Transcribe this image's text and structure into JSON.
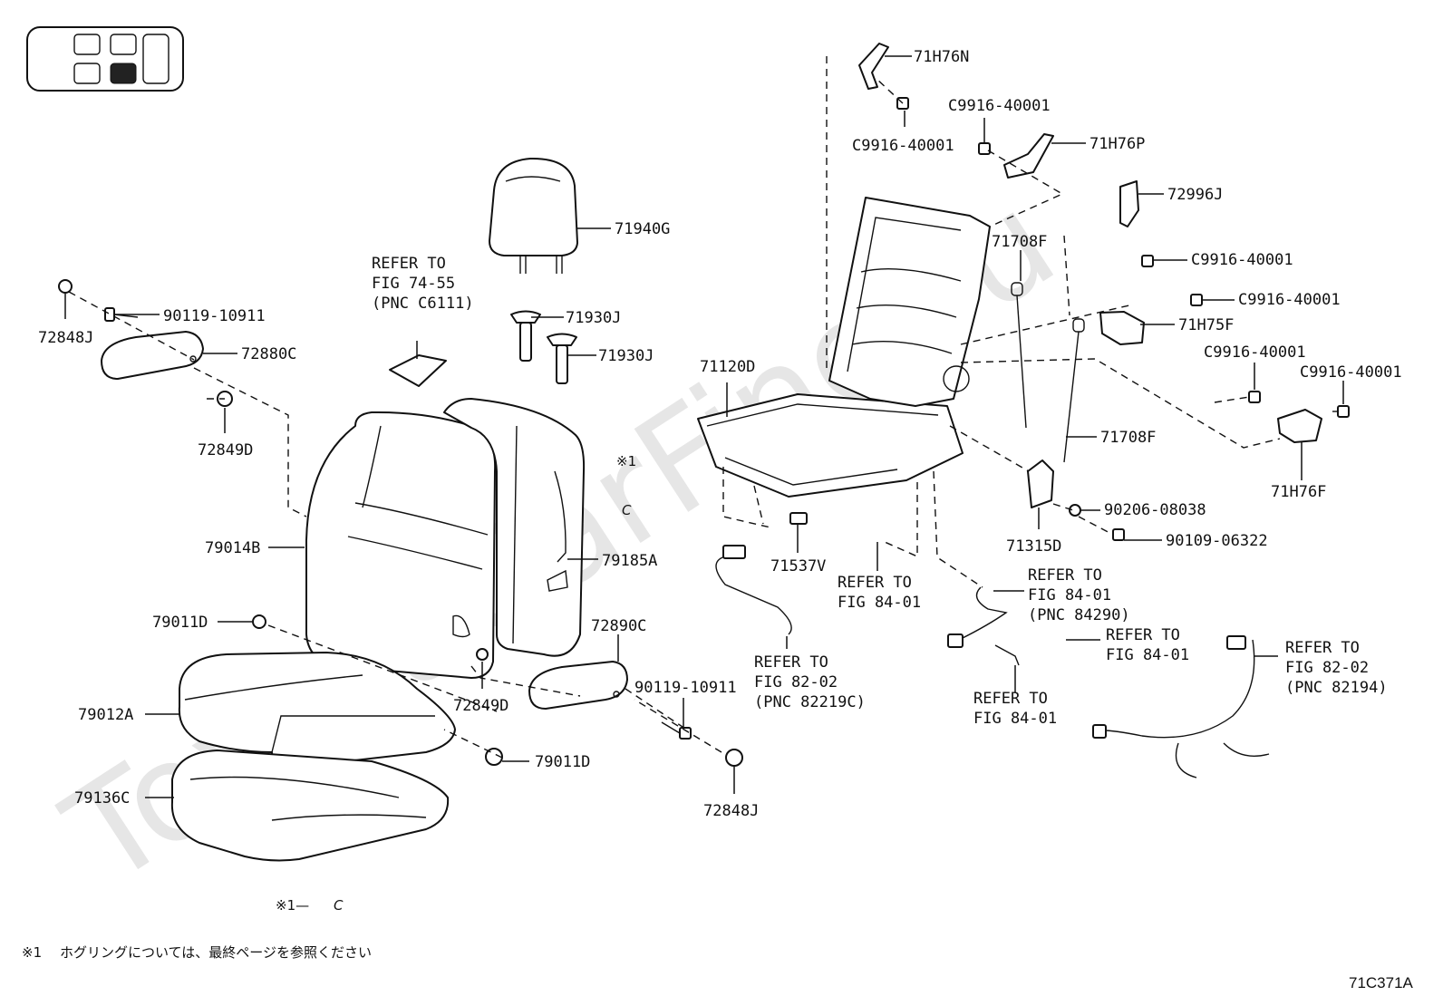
{
  "watermark": "ToyotaCarFine.ru",
  "figure_code": "71C371A",
  "footnote": {
    "mark": "※1",
    "text": "ホグリングについては、最終ページを参照ください"
  },
  "hog_ring_refs": [
    {
      "mark": "※1",
      "letter": "C"
    },
    {
      "mark": "※1—",
      "letter": "C"
    }
  ],
  "labels": [
    {
      "id": "71H76N",
      "text": "71H76N"
    },
    {
      "id": "C9916_a",
      "text": "C9916-40001"
    },
    {
      "id": "C9916_b",
      "text": "C9916-40001"
    },
    {
      "id": "71H76P",
      "text": "71H76P"
    },
    {
      "id": "72996J",
      "text": "72996J"
    },
    {
      "id": "C9916_c",
      "text": "C9916-40001"
    },
    {
      "id": "71708F_a",
      "text": "71708F"
    },
    {
      "id": "C9916_d",
      "text": "C9916-40001"
    },
    {
      "id": "71H75F",
      "text": "71H75F"
    },
    {
      "id": "C9916_e",
      "text": "C9916-40001"
    },
    {
      "id": "C9916_f",
      "text": "C9916-40001"
    },
    {
      "id": "71708F_b",
      "text": "71708F"
    },
    {
      "id": "71H76F",
      "text": "71H76F"
    },
    {
      "id": "90206",
      "text": "90206-08038"
    },
    {
      "id": "71315D",
      "text": "71315D"
    },
    {
      "id": "90109",
      "text": "90109-06322"
    },
    {
      "id": "71120D",
      "text": "71120D"
    },
    {
      "id": "71537V",
      "text": "71537V"
    },
    {
      "id": "71940G",
      "text": "71940G"
    },
    {
      "id": "71930J_a",
      "text": "71930J"
    },
    {
      "id": "71930J_b",
      "text": "71930J"
    },
    {
      "id": "72848J_a",
      "text": "72848J"
    },
    {
      "id": "90119_a",
      "text": "90119-10911"
    },
    {
      "id": "72880C",
      "text": "72880C"
    },
    {
      "id": "72849D_a",
      "text": "72849D"
    },
    {
      "id": "79014B",
      "text": "79014B"
    },
    {
      "id": "79185A",
      "text": "79185A"
    },
    {
      "id": "79011D_a",
      "text": "79011D"
    },
    {
      "id": "72890C",
      "text": "72890C"
    },
    {
      "id": "72849D_b",
      "text": "72849D"
    },
    {
      "id": "90119_b",
      "text": "90119-10911"
    },
    {
      "id": "79012A",
      "text": "79012A"
    },
    {
      "id": "79011D_b",
      "text": "79011D"
    },
    {
      "id": "79136C",
      "text": "79136C"
    },
    {
      "id": "72848J_b",
      "text": "72848J"
    }
  ],
  "refers": {
    "fig7455": [
      "REFER TO",
      "FIG 74-55",
      "(PNC C6111)"
    ],
    "fig8401_a": [
      "REFER TO",
      "FIG 84-01"
    ],
    "fig8401_b": [
      "REFER TO",
      "FIG 84-01",
      "(PNC 84290)"
    ],
    "fig8401_c": [
      "REFER TO",
      "FIG 84-01"
    ],
    "fig8401_d": [
      "REFER TO",
      "FIG 84-01"
    ],
    "fig8202_a": [
      "REFER TO",
      "FIG 82-02",
      "(PNC 82219C)"
    ],
    "fig8202_b": [
      "REFER TO",
      "FIG 82-02",
      "(PNC 82194)"
    ]
  }
}
